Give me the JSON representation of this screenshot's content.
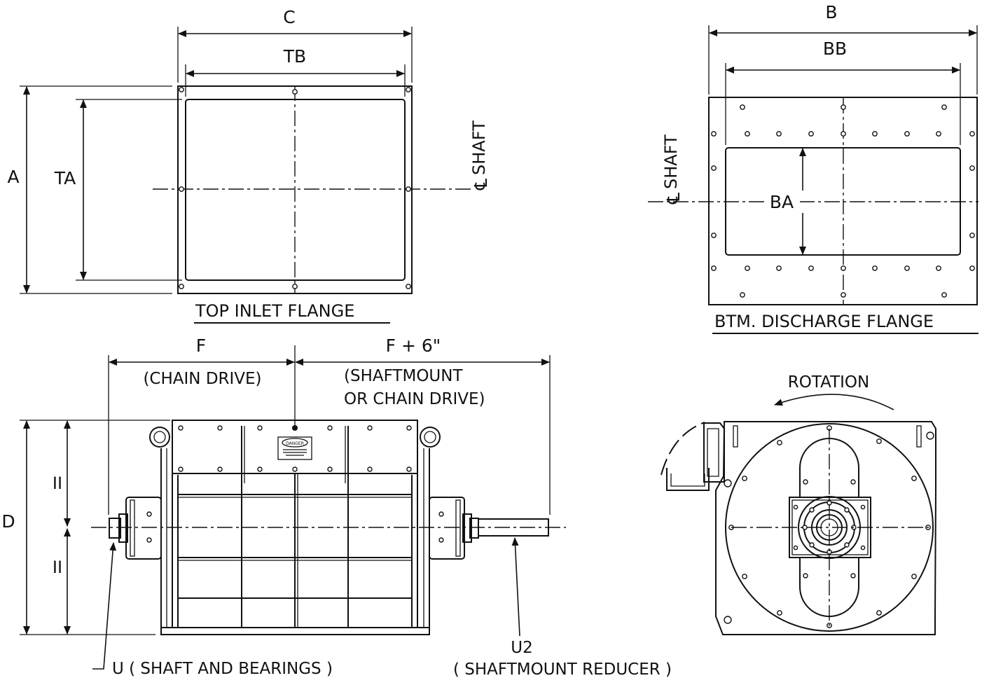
{
  "top_flange": {
    "title": "TOP  INLET FLANGE",
    "dim_c": "C",
    "dim_tb": "TB",
    "dim_a": "A",
    "dim_ta": "TA",
    "centerline_label": "SHAFT"
  },
  "bottom_flange": {
    "title": "BTM.  DISCHARGE FLANGE",
    "dim_b": "B",
    "dim_bb": "BB",
    "dim_ba": "BA",
    "centerline_label": "SHAFT"
  },
  "side_view": {
    "dim_f": "F",
    "dim_f_note": "(CHAIN DRIVE)",
    "dim_f6": "F + 6\"",
    "dim_f6_note_line1": "(SHAFTMOUNT",
    "dim_f6_note_line2": "OR CHAIN DRIVE)",
    "dim_d": "D",
    "dim_half_upper": "II",
    "dim_half_lower": "II",
    "label_u": "U  ( SHAFT AND BEARINGS )",
    "label_u2": "U2",
    "label_u2_note": "( SHAFTMOUNT REDUCER )",
    "plate_text": "DANGER"
  },
  "end_view": {
    "rotation_label": "ROTATION"
  },
  "symbols": {
    "centerline_glyph": "℄"
  }
}
